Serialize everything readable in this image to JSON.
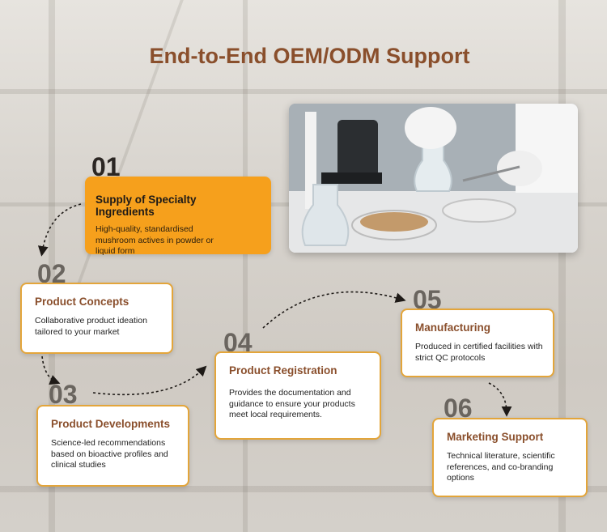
{
  "title": "End-to-End OEM/ODM Support",
  "accent_color": "#f6a01c",
  "title_color": "#8a4f2c",
  "steps": [
    {
      "number": "01",
      "title": "Supply of Specialty Ingredients",
      "description": "High-quality, standardised mushroom actives in powder or liquid form"
    },
    {
      "number": "02",
      "title": "Product Concepts",
      "description": "Collaborative product ideation tailored to your market"
    },
    {
      "number": "03",
      "title": "Product Developments",
      "description": "Science-led recommendations based on bioactive profiles and clinical studies"
    },
    {
      "number": "04",
      "title": "Product Registration",
      "description": "Provides the documentation and guidance to ensure your products meet local requirements."
    },
    {
      "number": "05",
      "title": "Manufacturing",
      "description": "Produced in certified facilities with strict QC protocols"
    },
    {
      "number": "06",
      "title": "Marketing Support",
      "description": "Technical literature, scientific references, and co-branding options"
    }
  ]
}
